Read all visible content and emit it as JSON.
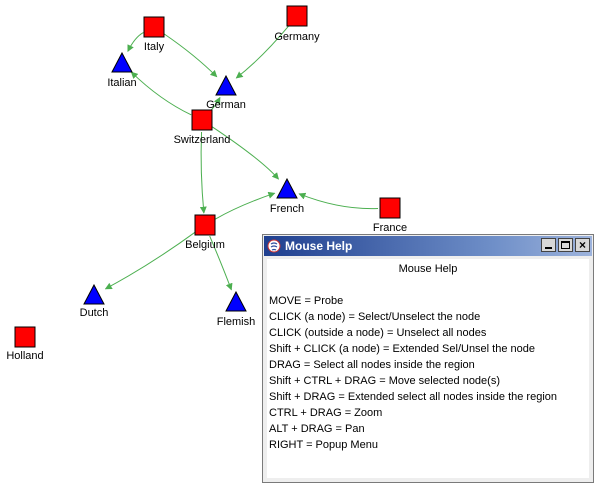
{
  "graph": {
    "nodes": [
      {
        "id": "Italy",
        "label": "Italy",
        "shape": "square"
      },
      {
        "id": "Germany",
        "label": "Germany",
        "shape": "square"
      },
      {
        "id": "Italian",
        "label": "Italian",
        "shape": "triangle"
      },
      {
        "id": "German",
        "label": "German",
        "shape": "triangle"
      },
      {
        "id": "Switzerland",
        "label": "Switzerland",
        "shape": "square"
      },
      {
        "id": "French",
        "label": "French",
        "shape": "triangle"
      },
      {
        "id": "France",
        "label": "France",
        "shape": "square"
      },
      {
        "id": "Belgium",
        "label": "Belgium",
        "shape": "square"
      },
      {
        "id": "Dutch",
        "label": "Dutch",
        "shape": "triangle"
      },
      {
        "id": "Flemish",
        "label": "Flemish",
        "shape": "triangle"
      },
      {
        "id": "Holland",
        "label": "Holland",
        "shape": "square"
      }
    ],
    "edges": [
      {
        "from": "Italy",
        "to": "Italian"
      },
      {
        "from": "Italy",
        "to": "German"
      },
      {
        "from": "Germany",
        "to": "German"
      },
      {
        "from": "Switzerland",
        "to": "Italian"
      },
      {
        "from": "Switzerland",
        "to": "German"
      },
      {
        "from": "Switzerland",
        "to": "French"
      },
      {
        "from": "France",
        "to": "French"
      },
      {
        "from": "Belgium",
        "to": "French"
      },
      {
        "from": "Belgium",
        "to": "Dutch"
      },
      {
        "from": "Belgium",
        "to": "Flemish"
      },
      {
        "from": "Switzerland",
        "to": "Belgium"
      }
    ],
    "colors": {
      "square": "#ff0000",
      "triangle": "#0000ff",
      "edge": "#4caf50"
    }
  },
  "help_window": {
    "title": "Mouse Help",
    "heading": "Mouse Help",
    "lines": [
      "MOVE = Probe",
      "CLICK (a node) = Select/Unselect the node",
      "CLICK (outside a node) = Unselect all nodes",
      "Shift + CLICK (a node) = Extended Sel/Unsel the node",
      "DRAG = Select all nodes inside the region",
      "Shift + CTRL + DRAG = Move selected node(s)",
      "Shift + DRAG = Extended select all nodes inside the region",
      "CTRL + DRAG = Zoom",
      "ALT + DRAG = Pan",
      "RIGHT = Popup Menu"
    ],
    "buttons": {
      "minimize_icon": "minimize-icon",
      "maximize_icon": "maximize-icon",
      "close_icon": "close-icon",
      "close_glyph": "×"
    }
  }
}
